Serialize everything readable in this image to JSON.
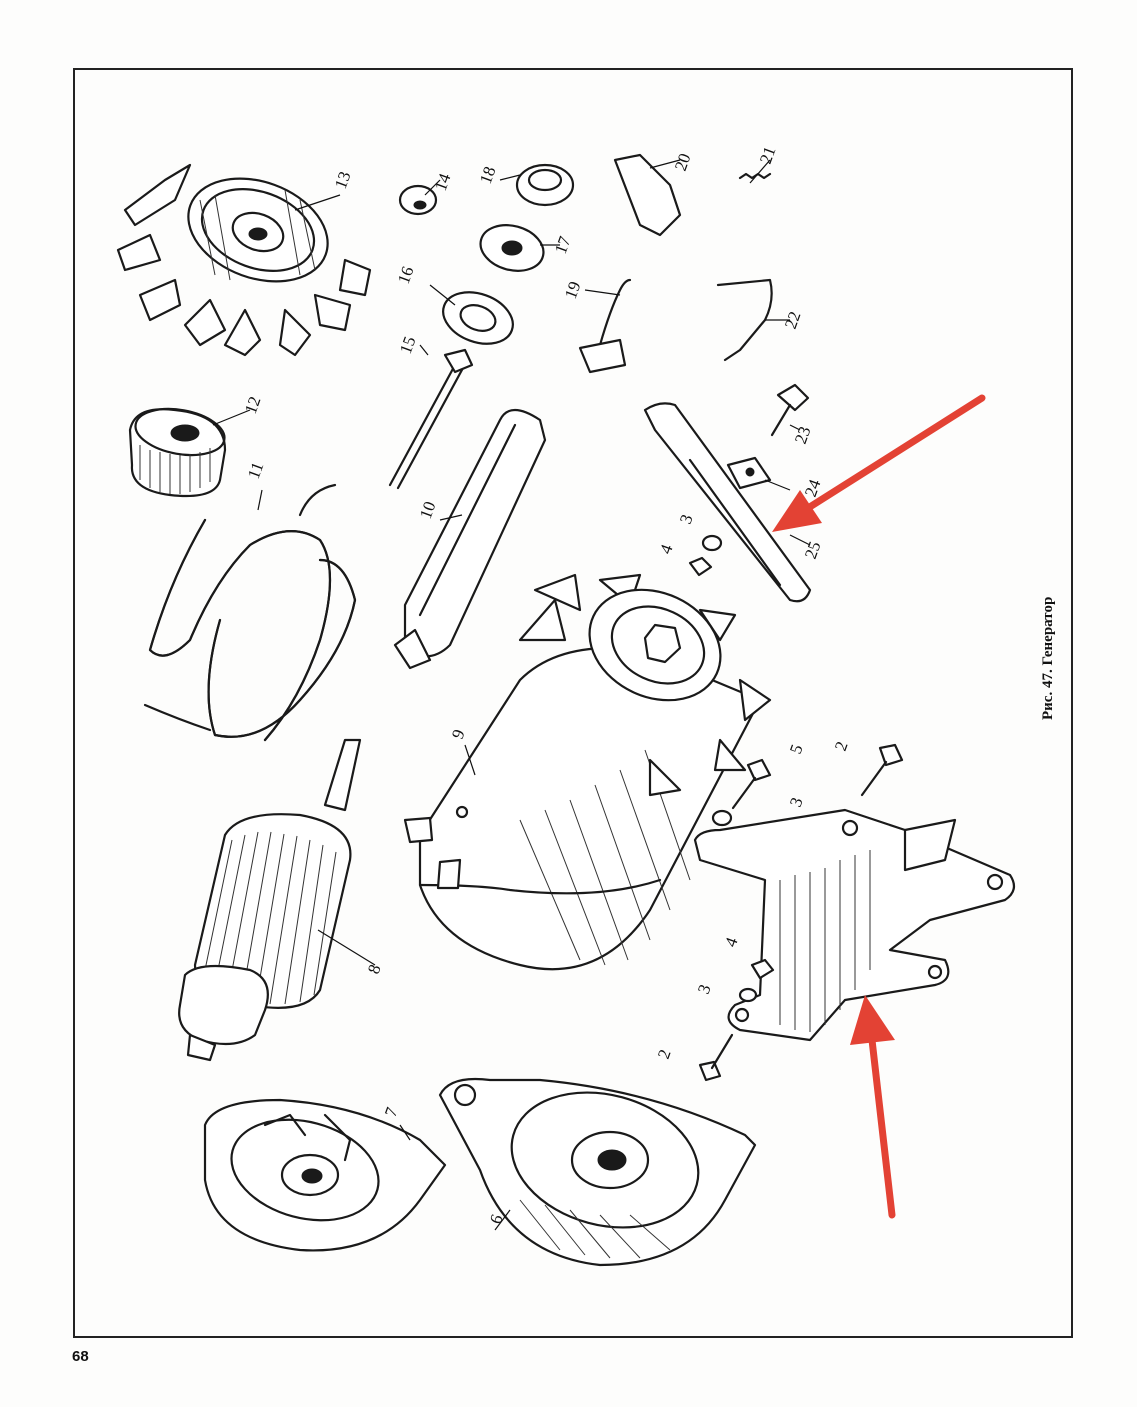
{
  "figure": {
    "caption": "Рис. 47. Генератор",
    "page_number": "68"
  },
  "callouts": {
    "c2a": "2",
    "c2b": "2",
    "c3a": "3",
    "c3b": "3",
    "c3c": "3",
    "c4a": "4",
    "c4b": "4",
    "c5": "5",
    "c6": "6",
    "c7": "7",
    "c8": "8",
    "c9": "9",
    "c10": "10",
    "c11": "11",
    "c12": "12",
    "c13": "13",
    "c14": "14",
    "c15": "15",
    "c16": "16",
    "c17": "17",
    "c18": "18",
    "c19": "19",
    "c20": "20",
    "c21": "21",
    "c22": "22",
    "c23": "23",
    "c24": "24",
    "c25": "25"
  },
  "annotations": {
    "arrow_color": "#e34234"
  }
}
